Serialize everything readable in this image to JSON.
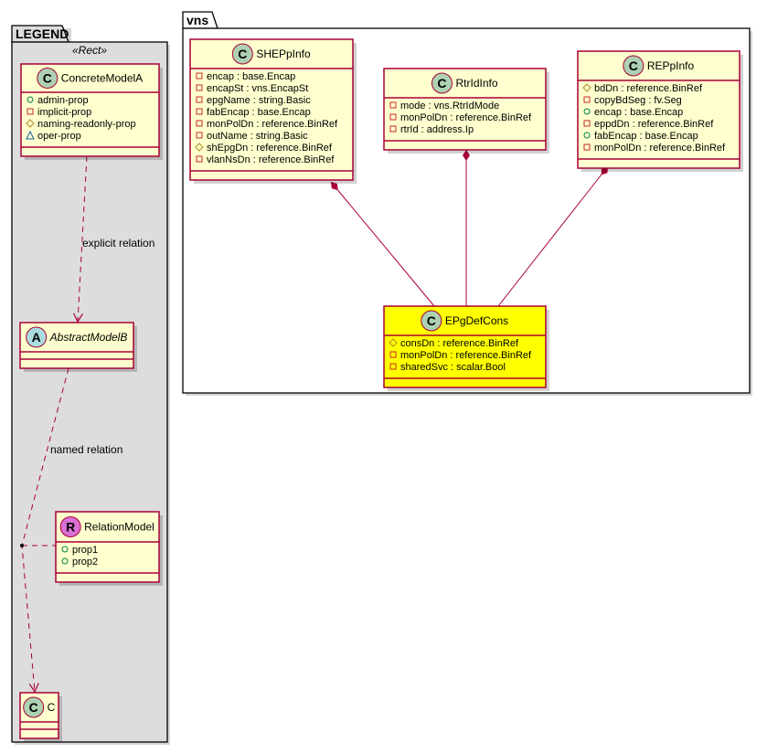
{
  "legend": {
    "title": "LEGEND",
    "stereotype": "«Rect»",
    "explicit_relation_label": "explicit relation",
    "named_relation_label": "named relation",
    "classes": {
      "concrete": {
        "name": "ConcreteModelA",
        "kind": "C",
        "attrs": [
          {
            "vis": "public",
            "text": "admin-prop"
          },
          {
            "vis": "private",
            "text": "implicit-prop"
          },
          {
            "vis": "protected",
            "text": "naming-readonly-prop"
          },
          {
            "vis": "package",
            "text": "oper-prop"
          }
        ]
      },
      "abstract": {
        "name": "AbstractModelB",
        "kind": "A",
        "attrs": []
      },
      "relation": {
        "name": "RelationModel",
        "kind": "R",
        "attrs": [
          {
            "vis": "public",
            "text": "prop1"
          },
          {
            "vis": "public",
            "text": "prop2"
          }
        ]
      },
      "c": {
        "name": "C",
        "kind": "C",
        "attrs": []
      }
    }
  },
  "vns": {
    "title": "vns",
    "classes": {
      "shep": {
        "name": "SHEPpInfo",
        "kind": "C",
        "attrs": [
          {
            "vis": "private",
            "text": "encap : base.Encap"
          },
          {
            "vis": "private",
            "text": "encapSt : vns.EncapSt"
          },
          {
            "vis": "private",
            "text": "epgName : string.Basic"
          },
          {
            "vis": "private",
            "text": "fabEncap : base.Encap"
          },
          {
            "vis": "private",
            "text": "monPolDn : reference.BinRef"
          },
          {
            "vis": "private",
            "text": "outName : string.Basic"
          },
          {
            "vis": "protected",
            "text": "shEpgDn : reference.BinRef"
          },
          {
            "vis": "private",
            "text": "vlanNsDn : reference.BinRef"
          }
        ]
      },
      "rtrid": {
        "name": "RtrIdInfo",
        "kind": "C",
        "attrs": [
          {
            "vis": "private",
            "text": "mode : vns.RtrIdMode"
          },
          {
            "vis": "private",
            "text": "monPolDn : reference.BinRef"
          },
          {
            "vis": "private",
            "text": "rtrId : address.Ip"
          }
        ]
      },
      "rep": {
        "name": "REPpInfo",
        "kind": "C",
        "attrs": [
          {
            "vis": "protected",
            "text": "bdDn : reference.BinRef"
          },
          {
            "vis": "private",
            "text": "copyBdSeg : fv.Seg"
          },
          {
            "vis": "public",
            "text": "encap : base.Encap"
          },
          {
            "vis": "private",
            "text": "eppdDn : reference.BinRef"
          },
          {
            "vis": "public",
            "text": "fabEncap : base.Encap"
          },
          {
            "vis": "private",
            "text": "monPolDn : reference.BinRef"
          }
        ]
      },
      "epg": {
        "name": "EPgDefCons",
        "kind": "C",
        "highlight": true,
        "attrs": [
          {
            "vis": "protected",
            "text": "consDn : reference.BinRef"
          },
          {
            "vis": "private",
            "text": "monPolDn : reference.BinRef"
          },
          {
            "vis": "private",
            "text": "sharedSvc : scalar.Bool"
          }
        ]
      }
    }
  },
  "colors": {
    "class_fill": "#FEFECE",
    "highlight_fill": "#FFFF00",
    "border": "#A80036",
    "legend_bg": "#DDDDDD",
    "public": "#038048",
    "private": "#C82930",
    "protected": "#B38D22",
    "package": "#1963A0",
    "kind_C": "#ADD1B2",
    "kind_A": "#A9DCDF",
    "kind_R": "#DA70D6"
  }
}
